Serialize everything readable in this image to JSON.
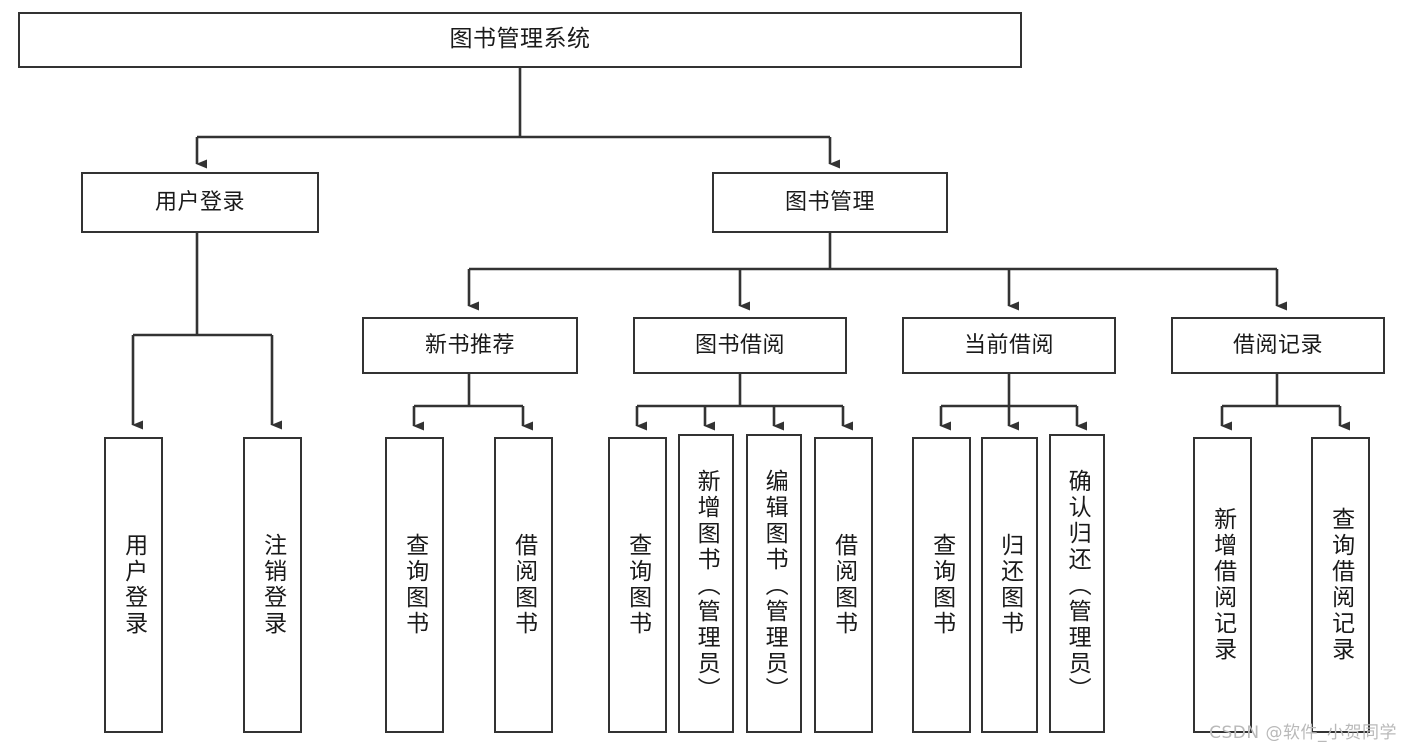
{
  "diagram": {
    "title": "图书管理系统",
    "line_color": "#333333",
    "box_fill": "#ffffff",
    "text_color": "#1a1a1a",
    "background": "#ffffff"
  },
  "root": {
    "label": "图书管理系统"
  },
  "level2": {
    "user_login": "用户登录",
    "book_manage": "图书管理"
  },
  "level3": {
    "new_book_rec": "新书推荐",
    "book_borrow": "图书借阅",
    "current_borrow": "当前借阅",
    "borrow_record": "借阅记录"
  },
  "leaves": {
    "user_login_1": "用户登录",
    "user_login_2": "注销登录",
    "new_book_1": "查询图书",
    "new_book_2": "借阅图书",
    "borrow_1": "查询图书",
    "borrow_2": "新增图书（管理员）",
    "borrow_3": "编辑图书（管理员）",
    "borrow_4": "借阅图书",
    "current_1": "查询图书",
    "current_2": "归还图书",
    "current_3": "确认归还（管理员）",
    "record_1": "新增借阅记录",
    "record_2": "查询借阅记录"
  },
  "watermark": {
    "text": "CSDN @软件_小贺同学"
  }
}
